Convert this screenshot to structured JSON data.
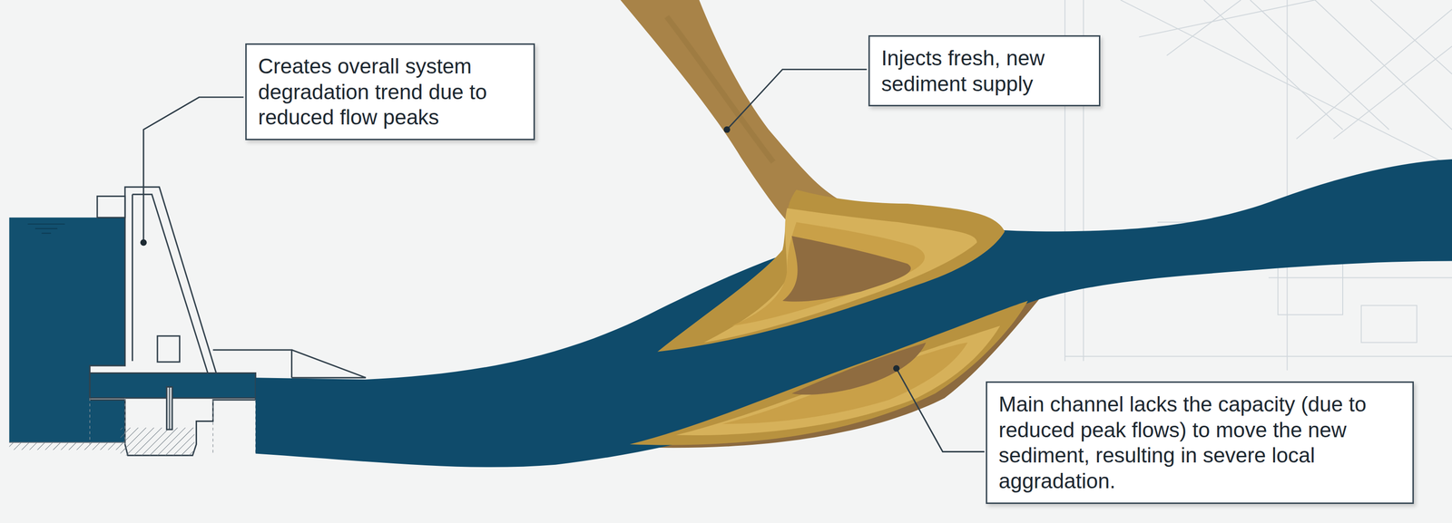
{
  "diagram": {
    "nodes": [
      {
        "text": [
          "Creates overall system degradation trend due to reduced flow peaks"
        ]
      },
      {
        "text": [
          "Injects fresh, new sediment supply"
        ]
      },
      {
        "text": [
          "Main channel lacks the capacity (due to reduced peak flows) to move the new sediment, resulting in severe local aggradation."
        ]
      }
    ]
  }
}
